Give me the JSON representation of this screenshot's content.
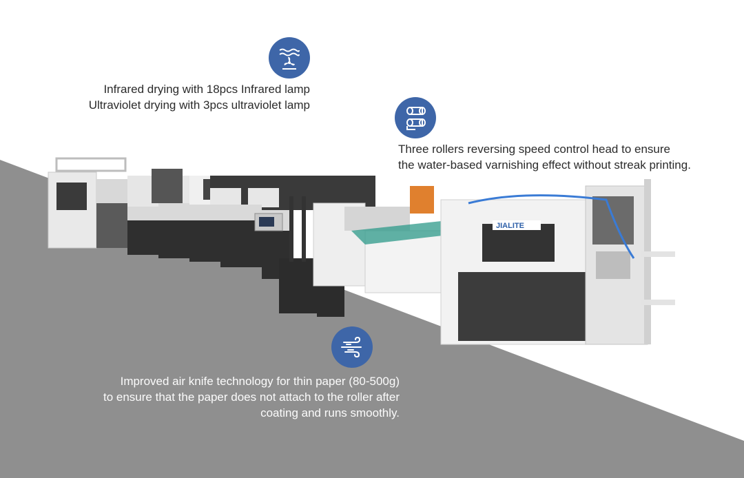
{
  "colors": {
    "badge": "#3e66a8",
    "background_light": "#ffffff",
    "background_dark": "#8f8f8f",
    "text_dark": "#2b2b2b",
    "text_light": "#fbfbfb"
  },
  "features": {
    "drying": {
      "icon": "infrared-fan-icon",
      "lines": [
        "Infrared drying with 18pcs Infrared lamp",
        "Ultraviolet drying with 3pcs ultraviolet lamp"
      ]
    },
    "rollers": {
      "icon": "rollers-icon",
      "lines": [
        "Three rollers reversing speed control head to ensure",
        "the water-based varnishing effect without streak printing."
      ]
    },
    "air_knife": {
      "icon": "wind-icon",
      "lines": [
        "Improved air knife technology for thin paper (80-500g)",
        "to ensure that the paper does not attach to the roller after",
        "coating and runs smoothly."
      ]
    }
  },
  "machine": {
    "brand": "JIALITE"
  }
}
